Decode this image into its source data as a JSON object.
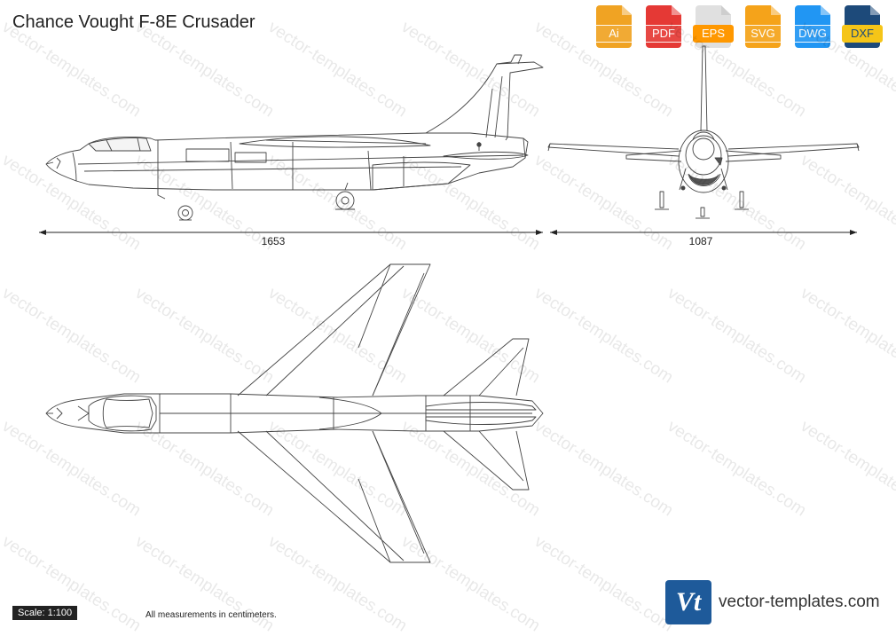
{
  "title": "Chance Vought F-8E Crusader",
  "formats": [
    {
      "label": "Ai",
      "color": "#f0a323"
    },
    {
      "label": "PDF",
      "color": "#e53935"
    },
    {
      "label": "EPS",
      "color": "#e0e0e0",
      "label_color": "#ff9800"
    },
    {
      "label": "SVG",
      "color": "#f5a31a"
    },
    {
      "label": "DWG",
      "color": "#2196f3"
    },
    {
      "label": "DXF",
      "color": "#1d4a7a"
    }
  ],
  "dimensions": {
    "length": "1653",
    "span": "1087"
  },
  "scale": "Scale: 1:100",
  "note": "All measurements in centimeters.",
  "brand": {
    "logo": "Vt",
    "site": "vector-templates.com"
  },
  "watermark": "vector-templates.com"
}
